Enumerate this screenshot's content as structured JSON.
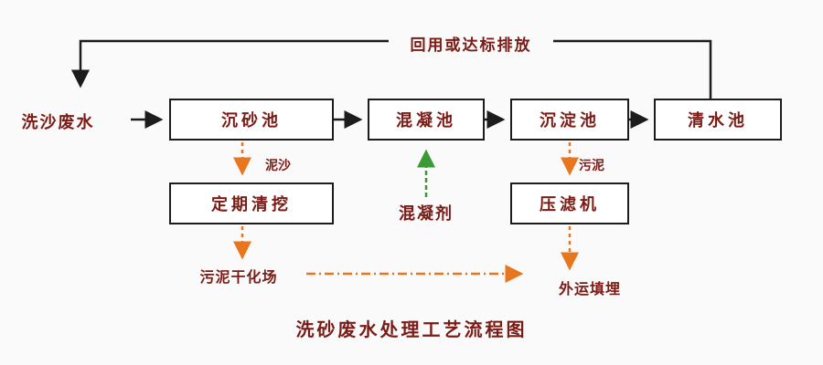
{
  "diagram": {
    "title": "洗砂废水处理工艺流程图",
    "labels": {
      "influent": "洗沙废水",
      "reuse": "回用或达标排放",
      "sediment": "泥沙",
      "sludge": "污泥",
      "coagulant": "混凝剂",
      "drying_field": "污泥干化场",
      "landfill": "外运填埋"
    },
    "boxes": [
      {
        "label": "沉砂池"
      },
      {
        "label": "混凝池"
      },
      {
        "label": "沉淀池"
      },
      {
        "label": "清水池"
      },
      {
        "label": "定期清挖"
      },
      {
        "label": "压滤机"
      }
    ]
  },
  "colors": {
    "text": "#7a1b15",
    "box_border": "#1c1c1c",
    "solid_arrow": "#1c1c1c",
    "dashed_arrow": "#e8761e",
    "green_arrow": "#3a9a35",
    "background": "#fafafa"
  }
}
